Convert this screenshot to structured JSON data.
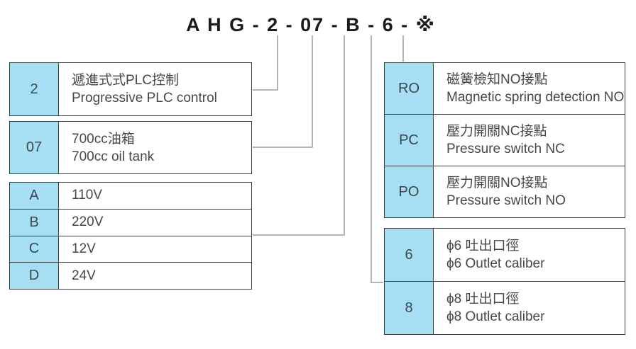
{
  "title": "A H G - 2 - 07 - B - 6 - ※",
  "colors": {
    "cell_blue": "#A6DFF3",
    "table_border": "#3E3E3E",
    "connector_gray": "#9B9B9B",
    "title_text": "#1B1B1B",
    "body_text": "#474747"
  },
  "tables": {
    "plc_control": {
      "code": "2",
      "zh": "遞進式式PLC控制",
      "en": "Progressive PLC control"
    },
    "oil_tank": {
      "code": "07",
      "zh": "700cc油箱",
      "en": "700cc oil tank"
    },
    "voltage": {
      "rows": [
        {
          "code": "A",
          "label": "110V"
        },
        {
          "code": "B",
          "label": "220V"
        },
        {
          "code": "C",
          "label": "12V"
        },
        {
          "code": "D",
          "label": "24V"
        }
      ]
    },
    "sensor": {
      "rows": [
        {
          "code": "RO",
          "zh": "磁簧檢知NO接點",
          "en": "Magnetic spring detection NO"
        },
        {
          "code": "PC",
          "zh": "壓力開關NC接點",
          "en": "Pressure switch NC"
        },
        {
          "code": "PO",
          "zh": "壓力開關NO接點",
          "en": "Pressure switch NO"
        }
      ]
    },
    "outlet": {
      "rows": [
        {
          "code": "6",
          "zh": "ϕ6 吐出口徑",
          "en": "ϕ6 Outlet caliber"
        },
        {
          "code": "8",
          "zh": "ϕ8 吐出口徑",
          "en": "ϕ8 Outlet caliber"
        }
      ]
    }
  }
}
